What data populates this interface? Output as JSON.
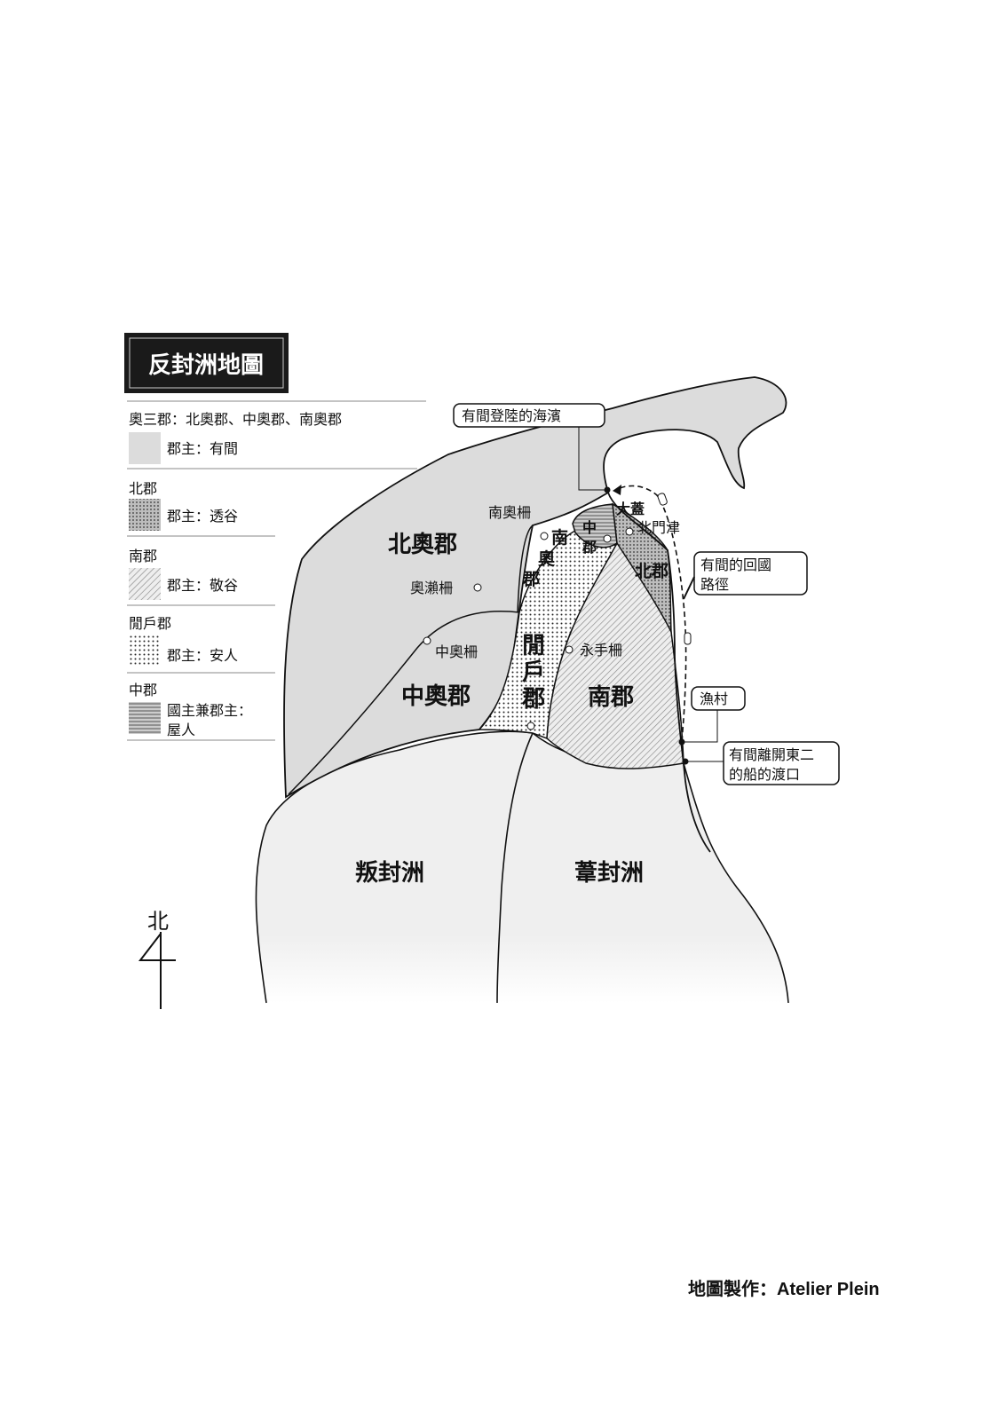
{
  "title": "反封洲地圖",
  "legend": {
    "group_heading": "奧三郡：北奧郡、中奧郡、南奧郡",
    "items": [
      {
        "heading": "",
        "text": "郡主：有間",
        "pattern": "solid-grey"
      },
      {
        "heading": "北郡",
        "text": "郡主：透谷",
        "pattern": "dense-dots"
      },
      {
        "heading": "南郡",
        "text": "郡主：敬谷",
        "pattern": "diagonal-hatch"
      },
      {
        "heading": "閒戶郡",
        "text": "郡主：安人",
        "pattern": "sparse-dots"
      },
      {
        "heading": "中郡",
        "text": "國主兼郡主：",
        "text2": "屋人",
        "pattern": "horizontal-stripes"
      }
    ]
  },
  "regions": {
    "beiao": "北奧郡",
    "zhongao": "中奧郡",
    "nanao": [
      "南",
      "奧",
      "郡"
    ],
    "xianhu": [
      "閒",
      "戶",
      "郡"
    ],
    "nanjun": "南郡",
    "beijun": "北郡",
    "zhongjun": [
      "中",
      "郡"
    ],
    "panfengzhou": "叛封洲",
    "weifengzhou": "葦封洲"
  },
  "places": {
    "nanao_fort": "南奧柵",
    "aolai_fort": "奧瀨柵",
    "zhongao_fort": "中奧柵",
    "yongshou_fort": "永手柵",
    "beimen_port": "北門津",
    "dagai": "大蓋"
  },
  "callouts": {
    "landing": "有間登陸的海濱",
    "return_route": [
      "有間的回國",
      "路徑"
    ],
    "fishing_village": "漁村",
    "departure": [
      "有間離開東二",
      "的船的渡口"
    ]
  },
  "compass": {
    "label": "北"
  },
  "credit": "地圖製作：Atelier Plein",
  "colors": {
    "land_north": "#dcdcdc",
    "land_south": "#efefef",
    "title_bg": "#1a1a1a"
  }
}
